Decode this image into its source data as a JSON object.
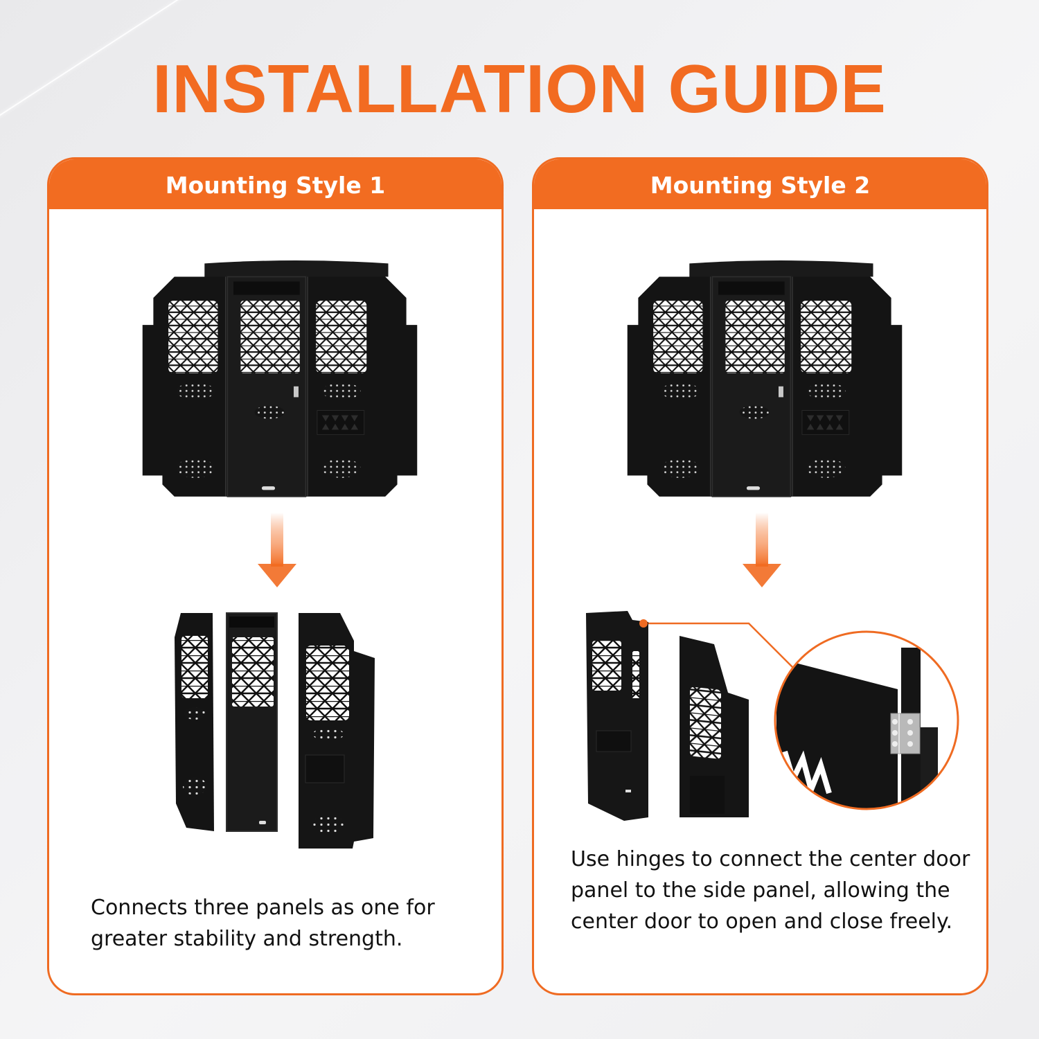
{
  "page": {
    "title": "INSTALLATION GUIDE",
    "accent_color": "#f26c21",
    "background_color": "#efeff1"
  },
  "cards": [
    {
      "header": "Mounting Style 1",
      "description": "Connects three panels as one for greater stability and strength.",
      "top_image": "assembled-partition-image",
      "bottom_image": "three-separate-panels-image",
      "arrow_icon": "down-arrow-icon"
    },
    {
      "header": "Mounting Style 2",
      "description": "Use hinges to connect the center door panel to the side panel, allowing the center door to open and close freely.",
      "top_image": "assembled-partition-image",
      "bottom_image": "hinged-door-panel-image",
      "detail_image": "hinge-closeup-magnifier",
      "arrow_icon": "down-arrow-icon"
    }
  ]
}
